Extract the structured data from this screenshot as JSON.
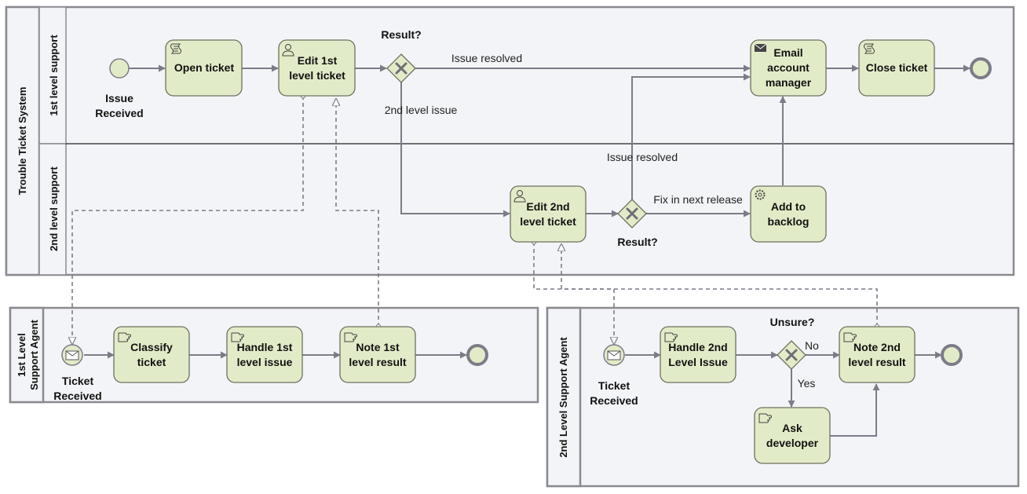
{
  "pools": {
    "trouble": {
      "title": "Trouble  Ticket System",
      "lane1": "1st level support",
      "lane2": "2nd level support"
    },
    "agent1": {
      "title_line1": "1st Level",
      "title_line2": "Support Agent"
    },
    "agent2": {
      "title": "2nd Level Support Agent"
    }
  },
  "tasks": {
    "open_ticket": [
      "Open ticket"
    ],
    "edit_1st": [
      "Edit 1st",
      "level ticket"
    ],
    "email_manager": [
      "Email",
      "account",
      "manager"
    ],
    "close_ticket": [
      "Close ticket"
    ],
    "edit_2nd": [
      "Edit 2nd",
      "level ticket"
    ],
    "add_backlog": [
      "Add to",
      "backlog"
    ],
    "classify": [
      "Classify",
      "ticket"
    ],
    "handle_1st": [
      "Handle 1st",
      "level issue"
    ],
    "note_1st": [
      "Note 1st",
      "level result"
    ],
    "handle_2nd": [
      "Handle 2nd",
      "Level Issue"
    ],
    "note_2nd": [
      "Note 2nd",
      "level result"
    ],
    "ask_dev": [
      "Ask",
      "developer"
    ]
  },
  "events": {
    "issue_received": [
      "Issue",
      "Received"
    ],
    "ticket_received_1": [
      "Ticket",
      "Received"
    ],
    "ticket_received_2": [
      "Ticket",
      "Received"
    ]
  },
  "gateways": {
    "result_1": "Result?",
    "result_2": "Result?",
    "unsure": "Unsure?"
  },
  "flow_labels": {
    "issue_resolved_1": "Issue resolved",
    "second_level_issue": "2nd level issue",
    "issue_resolved_2": "Issue resolved",
    "fix_next_release": "Fix in next release",
    "no": "No",
    "yes": "Yes"
  },
  "colors": {
    "task_fill": "#e2ebc7",
    "pool_fill": "#f3f4f7",
    "line": "#7c7c88"
  }
}
